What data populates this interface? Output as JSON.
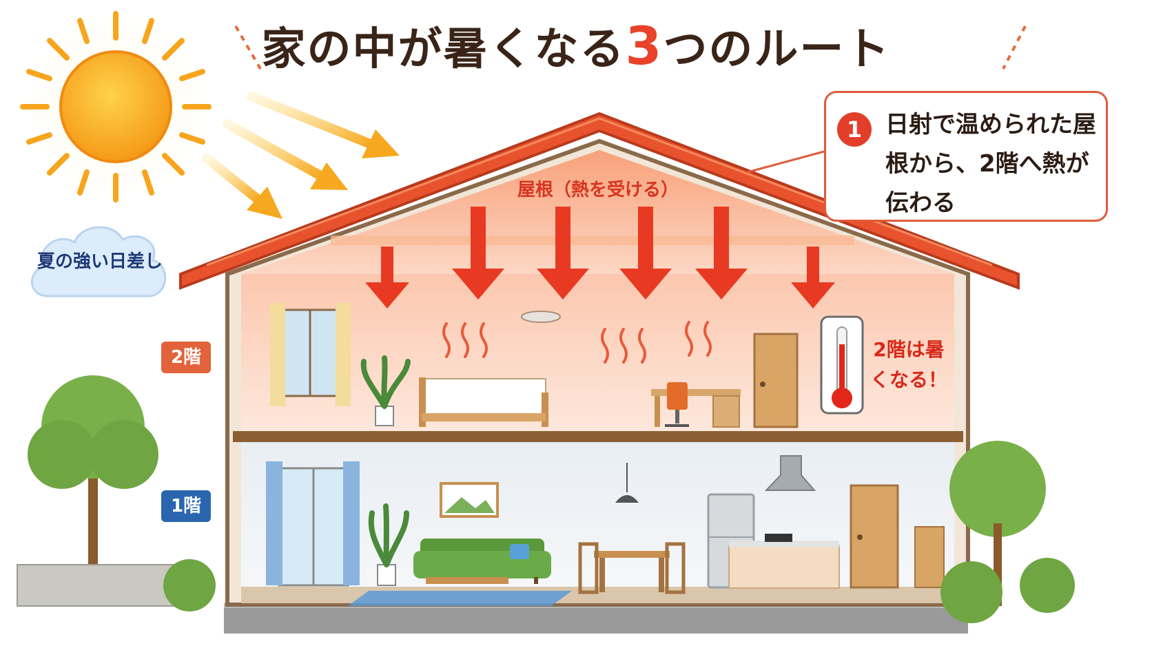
{
  "title": {
    "prefix": "家の中が暑くなる",
    "number": "3",
    "suffix": "つのルート"
  },
  "callout": {
    "number": "1",
    "text": "日射で温められた屋根から、2階へ熱が伝わる"
  },
  "roof_label": "屋根（熱を受ける）",
  "sun_label": "夏の強い日差し",
  "floor_labels": {
    "second": "2階",
    "first": "1階"
  },
  "hot_label": "2階は暑くなる！",
  "colors": {
    "roof": "#e8532e",
    "heat_arrow": "#e83a22",
    "sun": "#f7a51c",
    "second_floor_badge": "#e2633b",
    "first_floor_badge": "#2a66b0",
    "accent_red": "#e23e2a"
  },
  "icons": [
    "sun-icon",
    "cloud-icon",
    "thermometer-icon",
    "heat-wave-icon",
    "down-arrow-icon",
    "tree-icon"
  ]
}
